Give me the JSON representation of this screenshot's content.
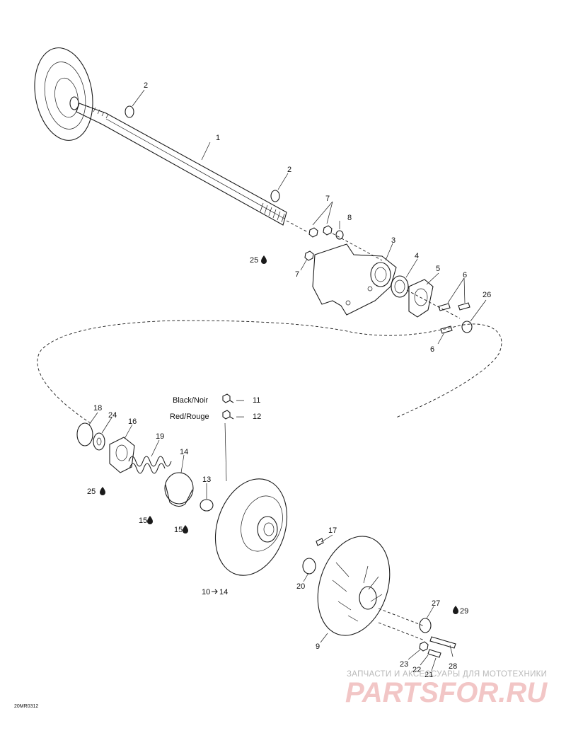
{
  "callouts": {
    "c1": "1",
    "c2a": "2",
    "c2b": "2",
    "c3": "3",
    "c4": "4",
    "c5": "5",
    "c6a": "6",
    "c6b": "6",
    "c7a": "7",
    "c7b": "7",
    "c8": "8",
    "c25a": "25",
    "c26": "26",
    "c11": "11",
    "c12": "12",
    "c18": "18",
    "c24": "24",
    "c16": "16",
    "c19": "19",
    "c14": "14",
    "c13": "13",
    "c25b": "25",
    "c15a": "15",
    "c15b": "15",
    "c10": "10",
    "c10to": "14",
    "c17": "17",
    "c20": "20",
    "c9": "9",
    "c27": "27",
    "c29": "29",
    "c23": "23",
    "c22": "22",
    "c21": "21",
    "c28": "28"
  },
  "legend": {
    "black_label": "Black/Noir",
    "red_label": "Red/Rouge",
    "dash": "—"
  },
  "figure_id": "20MR0312",
  "watermark": {
    "tagline": "ЗАПЧАСТИ И АКСЕССУАРЫ ДЛЯ МОТОТЕХНИКИ",
    "logo": "PARTSFOR.RU"
  },
  "colors": {
    "line": "#1a1a1a",
    "watermark_text": "#b9b9b9",
    "watermark_logo": "#f2c6c6"
  },
  "icons": [
    "lubricant-drop-icon",
    "threadlocker-icon"
  ]
}
